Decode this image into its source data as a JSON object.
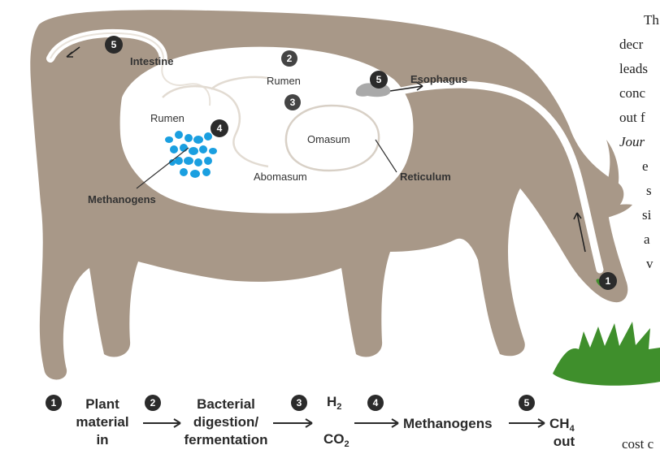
{
  "diagram": {
    "labels": {
      "intestine": "Intestine",
      "rumen_upper": "Rumen",
      "esophagus": "Esophagus",
      "rumen_lower": "Rumen",
      "omasum": "Omasum",
      "abomasum": "Abomasum",
      "reticulum": "Reticulum",
      "methanogens": "Methanogens"
    },
    "markers": {
      "m1": "1",
      "m2": "2",
      "m3": "3",
      "m4": "4",
      "m5_intestine": "5",
      "m5_esophagus": "5"
    }
  },
  "equation": {
    "n1": "1",
    "step1_line1": "Plant",
    "step1_line2": "material",
    "step1_line3": "in",
    "n2": "2",
    "step2_line1": "Bacterial",
    "step2_line2": "digestion/",
    "step2_line3": "fermentation",
    "n3": "3",
    "h2_base": "H",
    "h2_sub": "2",
    "co2_base": "CO",
    "co2_sub": "2",
    "n4": "4",
    "methanogens": "Methanogens",
    "n5": "5",
    "ch4_base": "CH",
    "ch4_sub": "4",
    "out": "out"
  },
  "side_text": {
    "lines": [
      "Th",
      "decr",
      "leads",
      "conc",
      "out f",
      "Jour",
      "e",
      "s",
      "si",
      "a",
      "v"
    ],
    "bottom": "cost c"
  },
  "colors": {
    "cow_body": "#a89888",
    "stomach_fill": "#ffffff",
    "methanogen_blue": "#1a9fe0",
    "grass_green": "#3f8f2c",
    "marker_dark": "#2b2b2b"
  }
}
